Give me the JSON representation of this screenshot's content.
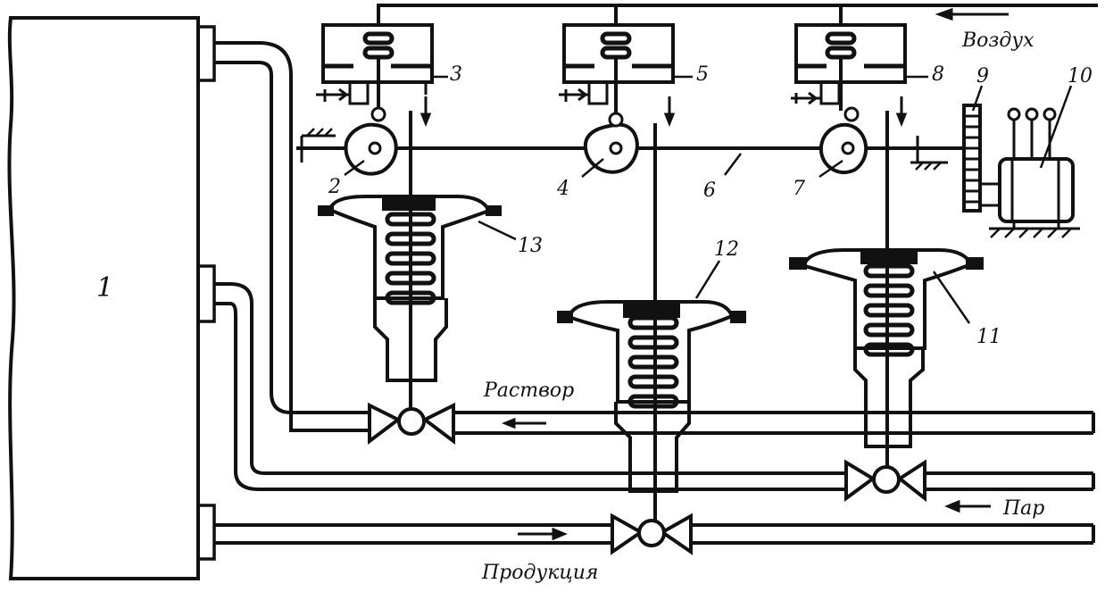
{
  "labels": {
    "tank": "1",
    "n2": "2",
    "n3": "3",
    "n4": "4",
    "n5": "5",
    "n6": "6",
    "n7": "7",
    "n8": "8",
    "n9": "9",
    "n10": "10",
    "n11": "11",
    "n12": "12",
    "n13": "13",
    "air": "Воздух",
    "solution": "Раствор",
    "steam": "Пар",
    "product": "Продукция"
  }
}
